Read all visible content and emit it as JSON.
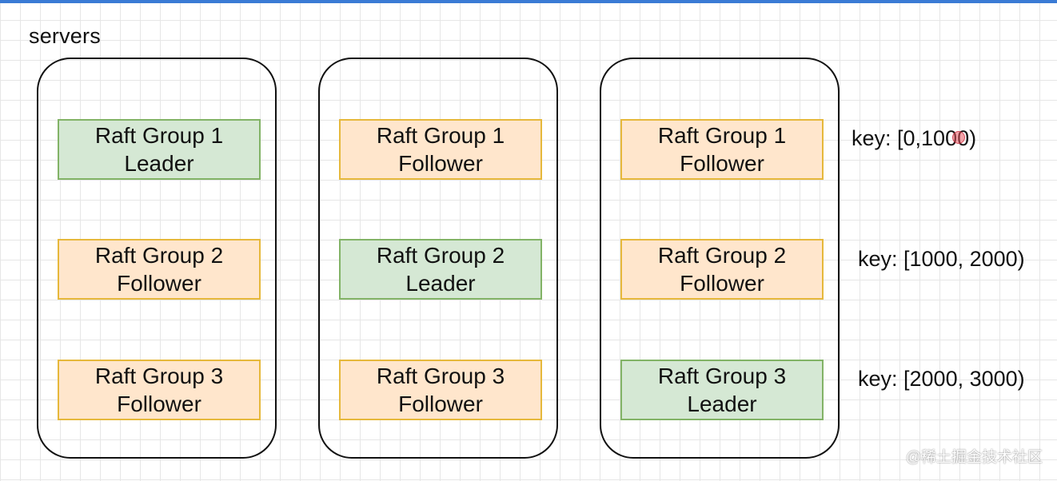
{
  "diagram": {
    "title": "servers",
    "servers": [
      {
        "nodes": [
          {
            "group": "Raft Group 1",
            "role": "Leader"
          },
          {
            "group": "Raft Group 2",
            "role": "Follower"
          },
          {
            "group": "Raft Group 3",
            "role": "Follower"
          }
        ]
      },
      {
        "nodes": [
          {
            "group": "Raft Group 1",
            "role": "Follower"
          },
          {
            "group": "Raft Group 2",
            "role": "Leader"
          },
          {
            "group": "Raft Group 3",
            "role": "Follower"
          }
        ]
      },
      {
        "nodes": [
          {
            "group": "Raft Group 1",
            "role": "Follower"
          },
          {
            "group": "Raft Group 2",
            "role": "Follower"
          },
          {
            "group": "Raft Group 3",
            "role": "Leader"
          }
        ]
      }
    ],
    "key_ranges": [
      "key: [0,1000)",
      "key: [1000, 2000)",
      "key: [2000, 3000)"
    ]
  },
  "watermark": "@稀土掘金技术社区",
  "colors": {
    "leader_fill": "#d5e8d4",
    "leader_border": "#82b366",
    "follower_fill": "#ffe6cc",
    "follower_border": "#e6b83b",
    "accent_bar": "#3a7bd5"
  }
}
